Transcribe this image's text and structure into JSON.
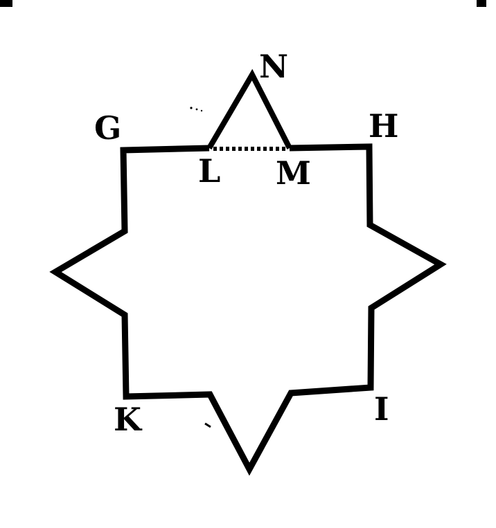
{
  "figure": {
    "labels": {
      "N": "N",
      "G": "G",
      "H": "H",
      "L": "L",
      "M": "M",
      "K": "K",
      "I": "I"
    },
    "stroke_color": "#000000",
    "background_color": "#ffffff"
  }
}
